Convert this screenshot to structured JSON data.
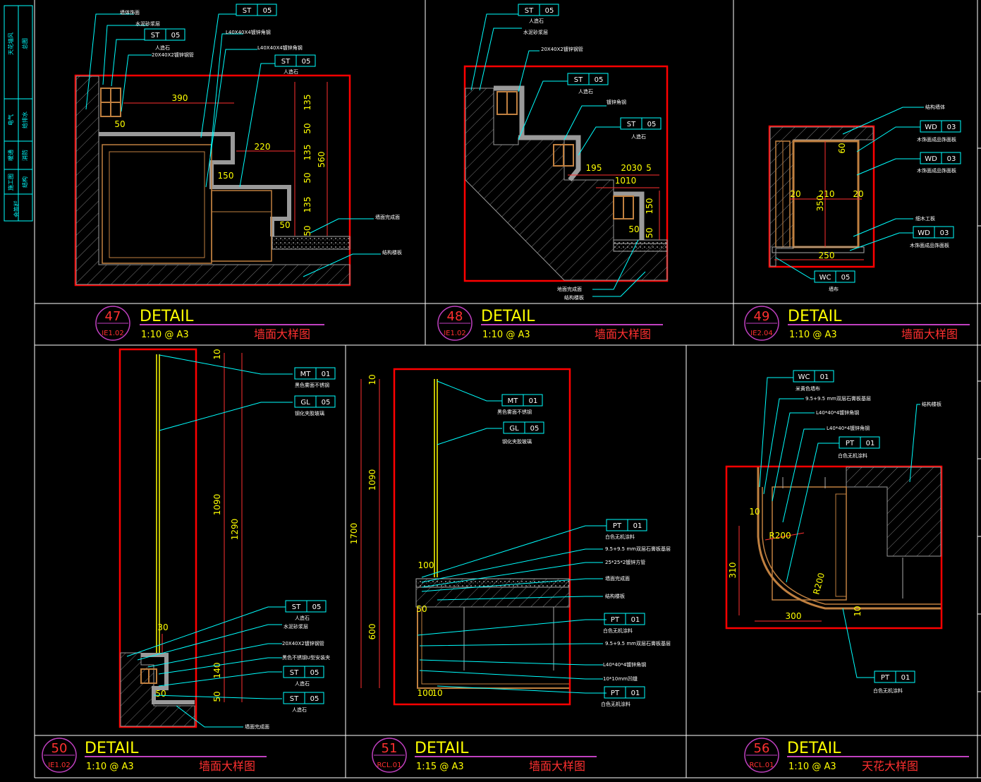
{
  "title_block": {
    "cells": [
      "天花墙风",
      "总图",
      "电气",
      "给排水",
      "暖通",
      "消防",
      "施工图",
      "结构",
      "会签栏"
    ]
  },
  "panels": [
    {
      "id": "p47",
      "number": "47",
      "title": "DETAIL",
      "ref": "IE1.02",
      "scale": "1:10 @ A3",
      "name": "墙面大样图",
      "dims": [
        "390",
        "220",
        "50",
        "150",
        "50",
        "135",
        "50",
        "135",
        "50",
        "135",
        "50",
        "560"
      ],
      "tags": [
        {
          "code": "ST",
          "num": "05"
        },
        {
          "code": "ST",
          "num": "05"
        },
        {
          "code": "ST",
          "num": "05"
        }
      ],
      "notes": [
        "墙体饰面",
        "水泥砂浆层",
        "人造石",
        "L40X40X4镀锌角钢",
        "20X40X2镀锌钢管",
        "L40X40X4镀锌角钢",
        "人造石",
        "墙面完成面",
        "结构楼板"
      ]
    },
    {
      "id": "p48",
      "number": "48",
      "title": "DETAIL",
      "ref": "IE1.02",
      "scale": "1:10 @ A3",
      "name": "墙面大样图",
      "dims": [
        "195",
        "20",
        "30",
        "5",
        "1010",
        "150",
        "50",
        "50"
      ],
      "tags": [
        {
          "code": "ST",
          "num": "05"
        },
        {
          "code": "ST",
          "num": "05"
        },
        {
          "code": "ST",
          "num": "05"
        }
      ],
      "notes": [
        "人造石",
        "水泥砂浆层",
        "20X40X2镀锌钢管",
        "人造石",
        "镀锌角钢",
        "人造石",
        "地面完成面",
        "结构楼板"
      ]
    },
    {
      "id": "p49",
      "number": "49",
      "title": "DETAIL",
      "ref": "IE2.04",
      "scale": "1:10 @ A3",
      "name": "墙面大样图",
      "dims": [
        "60",
        "20",
        "210",
        "20",
        "350",
        "250"
      ],
      "tags": [
        {
          "code": "WD",
          "num": "03"
        },
        {
          "code": "WD",
          "num": "03"
        },
        {
          "code": "WD",
          "num": "03"
        },
        {
          "code": "WC",
          "num": "05"
        }
      ],
      "notes": [
        "结构墙体",
        "木饰面成品饰面板",
        "木饰面成品饰面板",
        "细木工板",
        "木饰面成品饰面板",
        "墙布"
      ]
    },
    {
      "id": "p50",
      "number": "50",
      "title": "DETAIL",
      "ref": "IE1.02",
      "scale": "1:10 @ A3",
      "name": "墙面大样图",
      "dims": [
        "10",
        "1090",
        "1290",
        "30",
        "140",
        "50",
        "50"
      ],
      "tags": [
        {
          "code": "MT",
          "num": "01"
        },
        {
          "code": "GL",
          "num": "05"
        },
        {
          "code": "ST",
          "num": "05"
        },
        {
          "code": "ST",
          "num": "05"
        },
        {
          "code": "ST",
          "num": "05"
        }
      ],
      "notes": [
        "黑色雾面不锈钢",
        "钢化夹胶玻璃",
        "人造石",
        "水泥砂浆层",
        "20X40X2镀锌钢管",
        "黑色不锈钢U型安装夹",
        "人造石",
        "人造石",
        "墙面完成面"
      ]
    },
    {
      "id": "p51",
      "number": "51",
      "title": "DETAIL",
      "ref": "RCL.01",
      "scale": "1:15 @ A3",
      "name": "墙面大样图",
      "dims": [
        "10",
        "1090",
        "1700",
        "600",
        "100",
        "50",
        "100",
        "10"
      ],
      "tags": [
        {
          "code": "MT",
          "num": "01"
        },
        {
          "code": "GL",
          "num": "05"
        },
        {
          "code": "PT",
          "num": "01"
        },
        {
          "code": "PT",
          "num": "01"
        },
        {
          "code": "PT",
          "num": "01"
        }
      ],
      "notes": [
        "黑色雾面不锈钢",
        "钢化夹胶玻璃",
        "白色无机涂料",
        "9.5+9.5 mm双层石膏板基层",
        "25*25*2镀锌方管",
        "墙面完成面",
        "结构楼板",
        "白色无机涂料",
        "9.5+9.5 mm双层石膏板基层",
        "L40*40*4镀锌角钢",
        "10*10mm凹缝",
        "白色无机涂料"
      ]
    },
    {
      "id": "p56",
      "number": "56",
      "title": "DETAIL",
      "ref": "RCL.01",
      "scale": "1:10 @ A3",
      "name": "天花大样图",
      "dims": [
        "10",
        "R200",
        "R200",
        "310",
        "300",
        "10"
      ],
      "tags": [
        {
          "code": "WC",
          "num": "01"
        },
        {
          "code": "PT",
          "num": "01"
        },
        {
          "code": "PT",
          "num": "01"
        }
      ],
      "notes": [
        "米黄色墙布",
        "9.5+9.5 mm双层石膏板基层",
        "L40*40*4镀锌角钢",
        "L40*40*4镀锌角钢",
        "白色无机涂料",
        "结构楼板",
        "白色无机涂料"
      ]
    }
  ],
  "colors": {
    "frame": "#ff0000",
    "cyan": "#00ffff",
    "yellow": "#ffff00",
    "white": "#ffffff",
    "hatch": "#8a8a8a",
    "wood": "#c08040",
    "title_red": "#ff3030",
    "magenta": "#c040c0"
  }
}
